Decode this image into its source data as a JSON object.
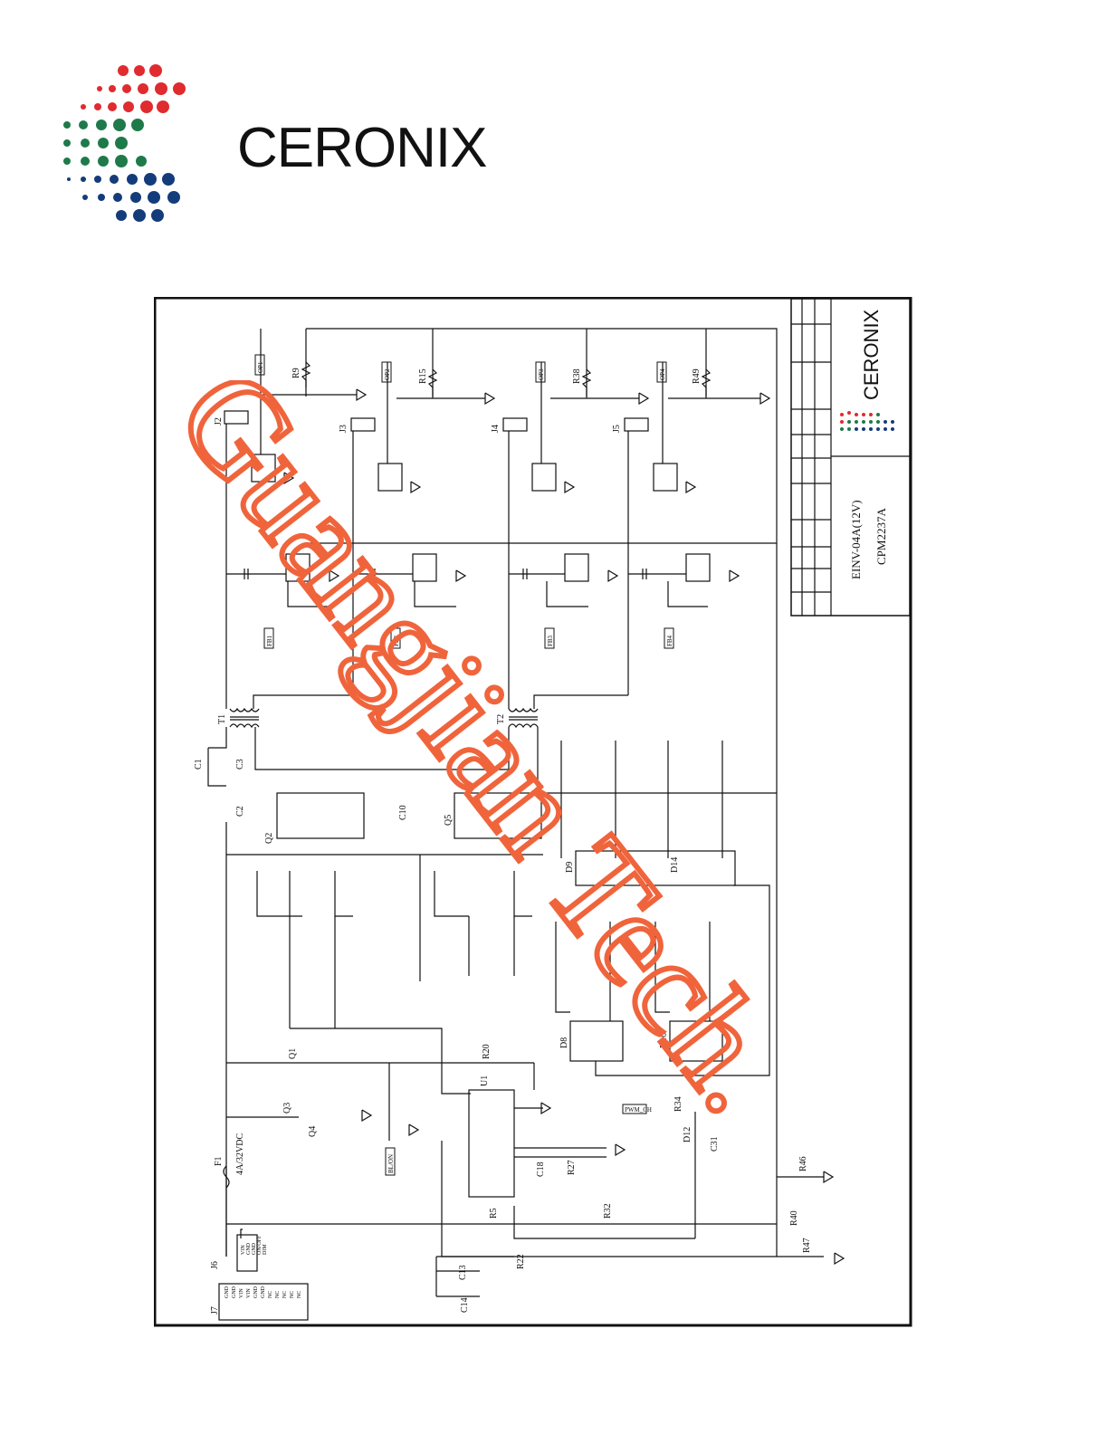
{
  "brand": {
    "name": "CERONIX"
  },
  "title_block": {
    "brand": "CERONIX",
    "model": "EINV-04A(12V)",
    "part_number": "CPM2237A"
  },
  "labels": {
    "fuse": "F1",
    "fuse_rating": "4A/32VDC",
    "ic": "U1",
    "transformer_1": "T1",
    "transformer_2": "T2",
    "connector_j2": "J2",
    "connector_j3": "J3",
    "connector_j4": "J4",
    "connector_j5": "J5",
    "connector_j6": "J6",
    "connector_j7": "J7",
    "res_r9": "R9",
    "res_r15": "R15",
    "res_r38": "R38",
    "res_r49": "R49",
    "res_r46": "R46",
    "res_r47": "R47",
    "res_r40": "R40",
    "res_r32": "R32",
    "res_r22": "R22",
    "res_r5": "R5",
    "res_r27": "R27",
    "res_r20": "R20",
    "res_r34": "R34",
    "diode_d9": "D9",
    "diode_d14": "D14",
    "diode_d8": "D8",
    "diode_d10": "D10",
    "diode_d12": "D12",
    "cap_c1": "C1",
    "cap_c3": "C3",
    "cap_c2": "C2",
    "cap_c10": "C10",
    "cap_c13": "C13",
    "cap_c14": "C14",
    "cap_c18": "C18",
    "cap_c31": "C31",
    "mosfet_q2": "Q2",
    "mosfet_q5": "Q5",
    "trans_q1": "Q1",
    "trans_q3": "Q3",
    "trans_q4": "Q4"
  },
  "net_tags": {
    "op1": "OP1",
    "op2": "OP2",
    "op3": "OP3",
    "op4": "OP4",
    "fb1": "FB1",
    "fb2": "FB2",
    "fb3": "FB3",
    "fb4": "FB4",
    "pwm": "PWM_CH",
    "bl": "BL/ON"
  },
  "j6_pins": [
    "VIN",
    "GND",
    "GND",
    "ON/OFF",
    "DIM"
  ],
  "j7_pins": [
    "GND",
    "GND",
    "VIN",
    "VIN",
    "GND",
    "GND",
    "NC",
    "NC",
    "NC",
    "NC",
    "NC"
  ],
  "watermark": {
    "text": "Guangjian Tech."
  },
  "colors": {
    "watermark": "#f0643c",
    "ink": "#111111",
    "logo_red": "#e02b2f",
    "logo_green": "#1f7a4a",
    "logo_blue": "#143c7a"
  }
}
